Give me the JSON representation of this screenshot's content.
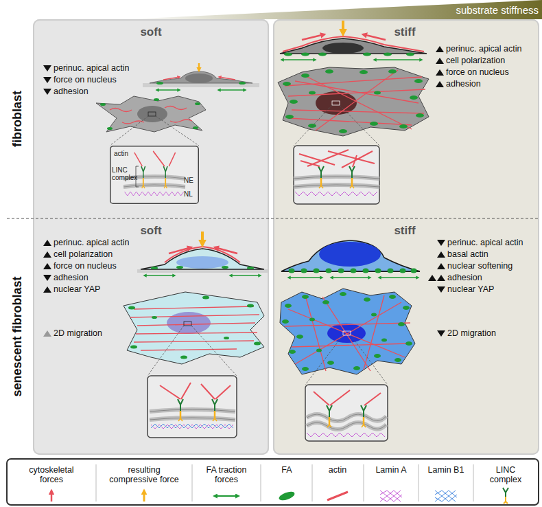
{
  "diagram": {
    "nodes": [
      {
        "text": [
          "soft",
          "perinuc. apical actin",
          "force on nucleus",
          "adhesion"
        ]
      },
      {
        "text": [
          "actin",
          "LINC complex",
          "NE",
          "NL"
        ],
        "in": 0
      },
      {
        "text": [
          "stiff",
          "perinuc. apical actin",
          "cell polarization",
          "force on nucleus",
          "adhesion"
        ]
      },
      {
        "text": [
          "soft",
          "perinuc. apical actin",
          "cell polarization",
          "force on nucleus",
          "adhesion",
          "nuclear YAP",
          "2D migration"
        ]
      },
      {
        "text": [
          "stiff",
          "perinuc. apical actin",
          "basal actin",
          "nuclear softening",
          "adhesion",
          "nuclear YAP",
          "2D migration"
        ]
      }
    ],
    "labels": [
      "substrate stiffness",
      "fibroblast",
      "senescent fibroblast"
    ],
    "legend": [
      {
        "text": "cytoskeletal forces"
      },
      {
        "text": "resulting compressive force"
      },
      {
        "text": "FA traction forces"
      },
      {
        "text": "FA"
      },
      {
        "text": "actin"
      },
      {
        "text": "Lamin A"
      },
      {
        "text": "Lamin B1"
      },
      {
        "text": "LINC complex"
      }
    ]
  }
}
